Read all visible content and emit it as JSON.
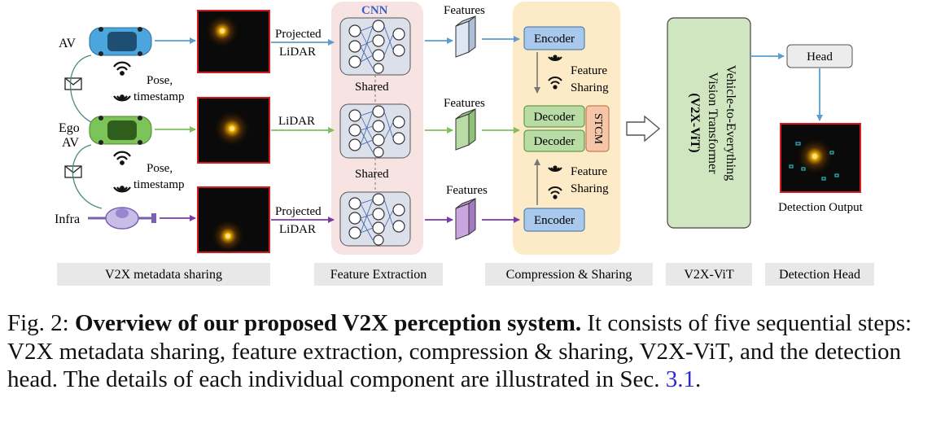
{
  "figure": {
    "agents": {
      "av": "AV",
      "ego_line1": "Ego",
      "ego_line2": "AV",
      "infra": "Infra"
    },
    "sharing_labels": {
      "pose_1": "Pose,",
      "timestamp_1": "timestamp",
      "pose_2": "Pose,",
      "timestamp_2": "timestamp"
    },
    "lidar_labels": {
      "top_line1": "Projected",
      "top_line2": "LiDAR",
      "middle": "LiDAR",
      "bottom_line1": "Projected",
      "bottom_line2": "LiDAR"
    },
    "cnn": {
      "title": "CNN",
      "shared_1": "Shared",
      "shared_2": "Shared"
    },
    "features": {
      "top": "Features",
      "middle": "Features",
      "bottom": "Features"
    },
    "compression": {
      "encoder_top": "Encoder",
      "feature_sharing_top_1": "Feature",
      "feature_sharing_top_2": "Sharing",
      "decoder_1": "Decoder",
      "decoder_2": "Decoder",
      "stcm": "STCM",
      "feature_sharing_bottom_1": "Feature",
      "feature_sharing_bottom_2": "Sharing",
      "encoder_bottom": "Encoder"
    },
    "vit": {
      "line1": "Vehicle-to-Everything",
      "line2": "Vision Transformer",
      "line3": "(V2X-ViT)"
    },
    "head": {
      "head_box": "Head",
      "output_label": "Detection Output"
    },
    "stages": {
      "metadata": "V2X metadata sharing",
      "extraction": "Feature Extraction",
      "compression": "Compression & Sharing",
      "vit": "V2X-ViT",
      "head": "Detection Head"
    },
    "colors": {
      "av_arrow": "#5a9ecf",
      "ego_arrow": "#7fbf5e",
      "infra_arrow": "#7a3aa8",
      "cnn_bg": "#f8e3e3",
      "compression_bg": "#fdebc8",
      "vit_box": "#cfe6c0",
      "encoder_box": "#a9c9ec",
      "decoder_box": "#b9dca6",
      "stcm_box": "#f5c7a8",
      "stage_label_bg": "#e8e8e8",
      "lidar_frame": "#d01c1c"
    }
  },
  "caption": {
    "label": "Fig. 2:",
    "title": "Overview of our proposed V2X perception system.",
    "text": "It consists of five sequential steps: V2X metadata sharing, feature extraction, compression & sharing, V2X-ViT, and the detection head. The details of each individual component are illustrated in Sec.",
    "ref": "3.1",
    "end": "."
  }
}
